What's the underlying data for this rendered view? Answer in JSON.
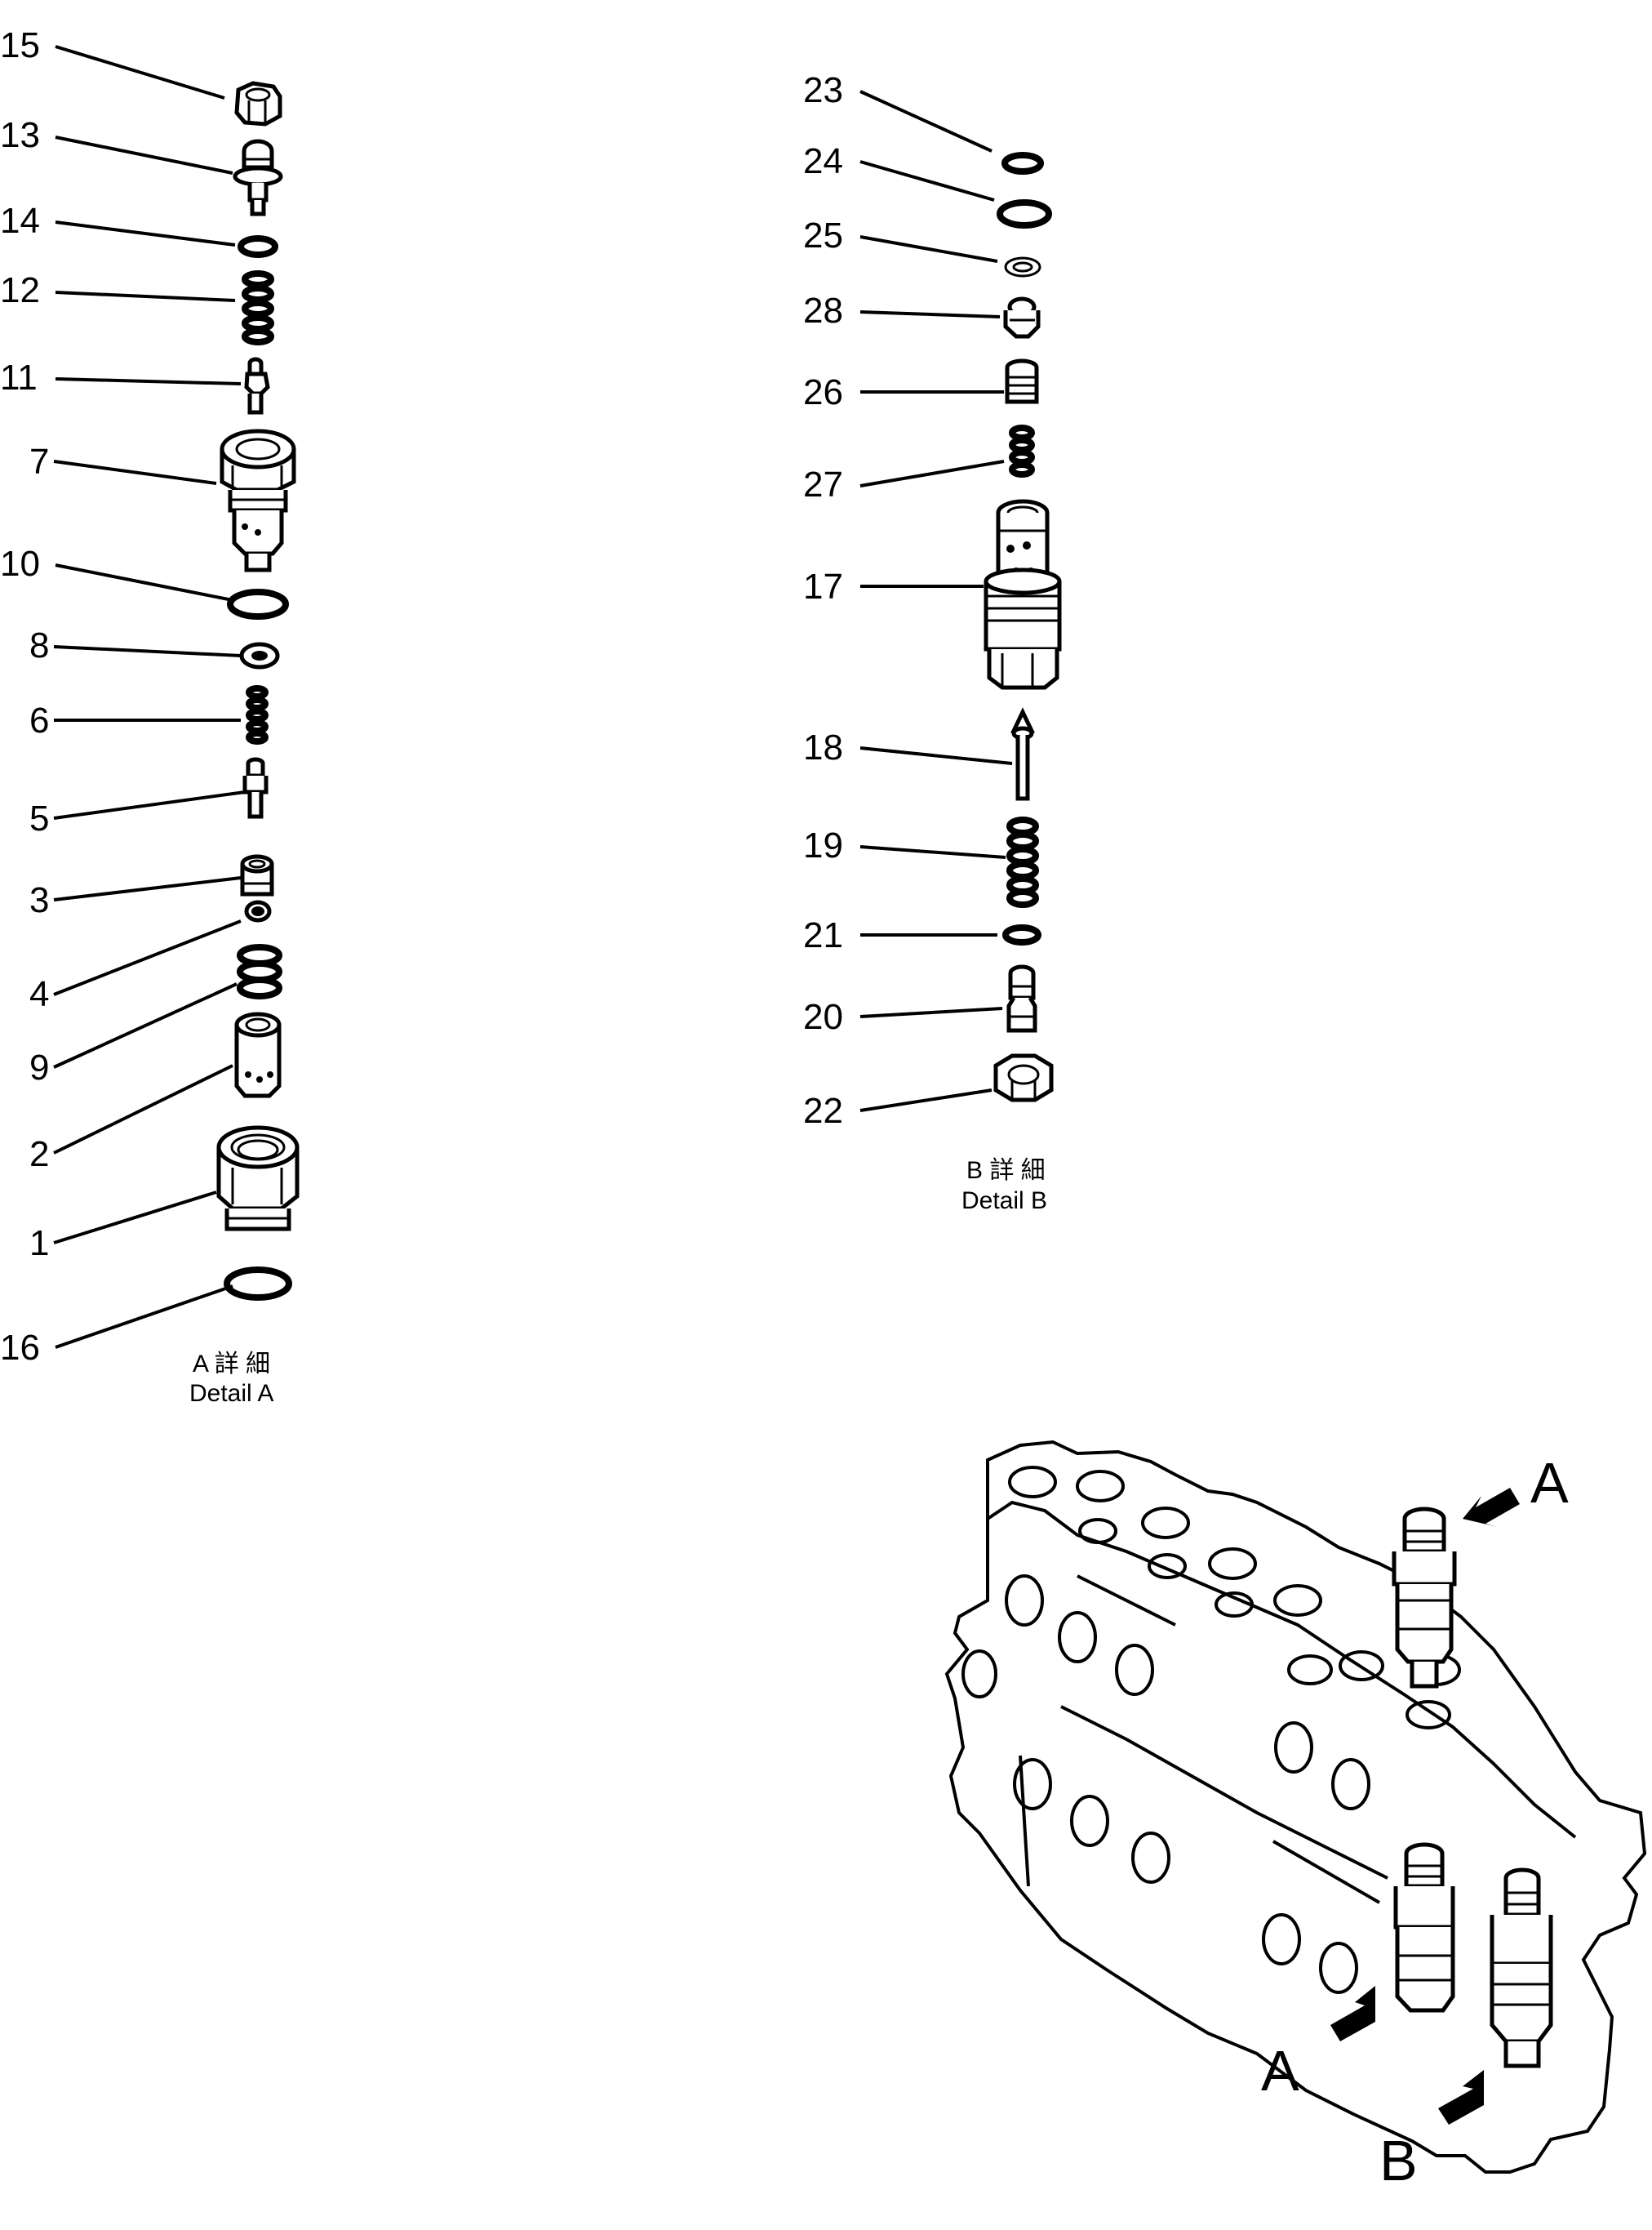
{
  "detail_a": {
    "caption_jp": "A 詳 細",
    "caption_en": "Detail A",
    "labels": [
      "15",
      "13",
      "14",
      "12",
      "11",
      "7",
      "10",
      "8",
      "6",
      "5",
      "3",
      "4",
      "9",
      "2",
      "1",
      "16"
    ]
  },
  "detail_b": {
    "caption_jp": "B 詳 細",
    "caption_en": "Detail B",
    "labels": [
      "23",
      "24",
      "25",
      "28",
      "26",
      "27",
      "17",
      "18",
      "19",
      "21",
      "20",
      "22"
    ]
  },
  "assembly": {
    "callouts": [
      "A",
      "A",
      "B"
    ]
  }
}
